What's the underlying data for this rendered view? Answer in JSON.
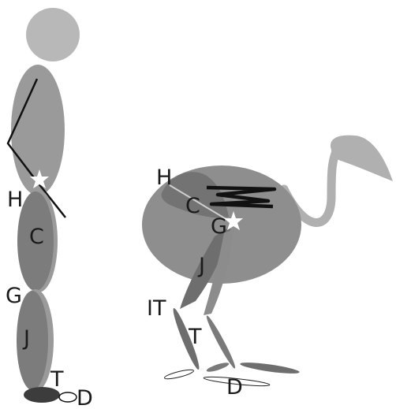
{
  "colors": {
    "head": "#b8b8b8",
    "body_light": "#9a9a9a",
    "body_dark": "#7c7c7c",
    "body_darker": "#6a6a6a",
    "foot": "#3c3c3c",
    "line": "#111111",
    "star": "#ffffff"
  },
  "human": {
    "labels": {
      "H": "H",
      "C": "C",
      "G": "G",
      "J": "J",
      "T": "T",
      "D": "D"
    }
  },
  "bird": {
    "labels": {
      "H": "H",
      "C": "C",
      "G": "G",
      "J": "J",
      "IT": "IT",
      "T": "T",
      "D": "D"
    }
  }
}
